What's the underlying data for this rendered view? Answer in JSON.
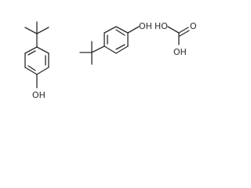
{
  "molecules": [
    {
      "name": "4-tert-butylphenol",
      "label": "OH"
    },
    {
      "name": "4-tert-butylphenol",
      "label": "OH"
    },
    {
      "name": "carbonic acid",
      "labels": [
        "HO",
        "O",
        "OH"
      ]
    }
  ],
  "colors": {
    "bond": "#2a2a2a",
    "background": "#ffffff"
  }
}
